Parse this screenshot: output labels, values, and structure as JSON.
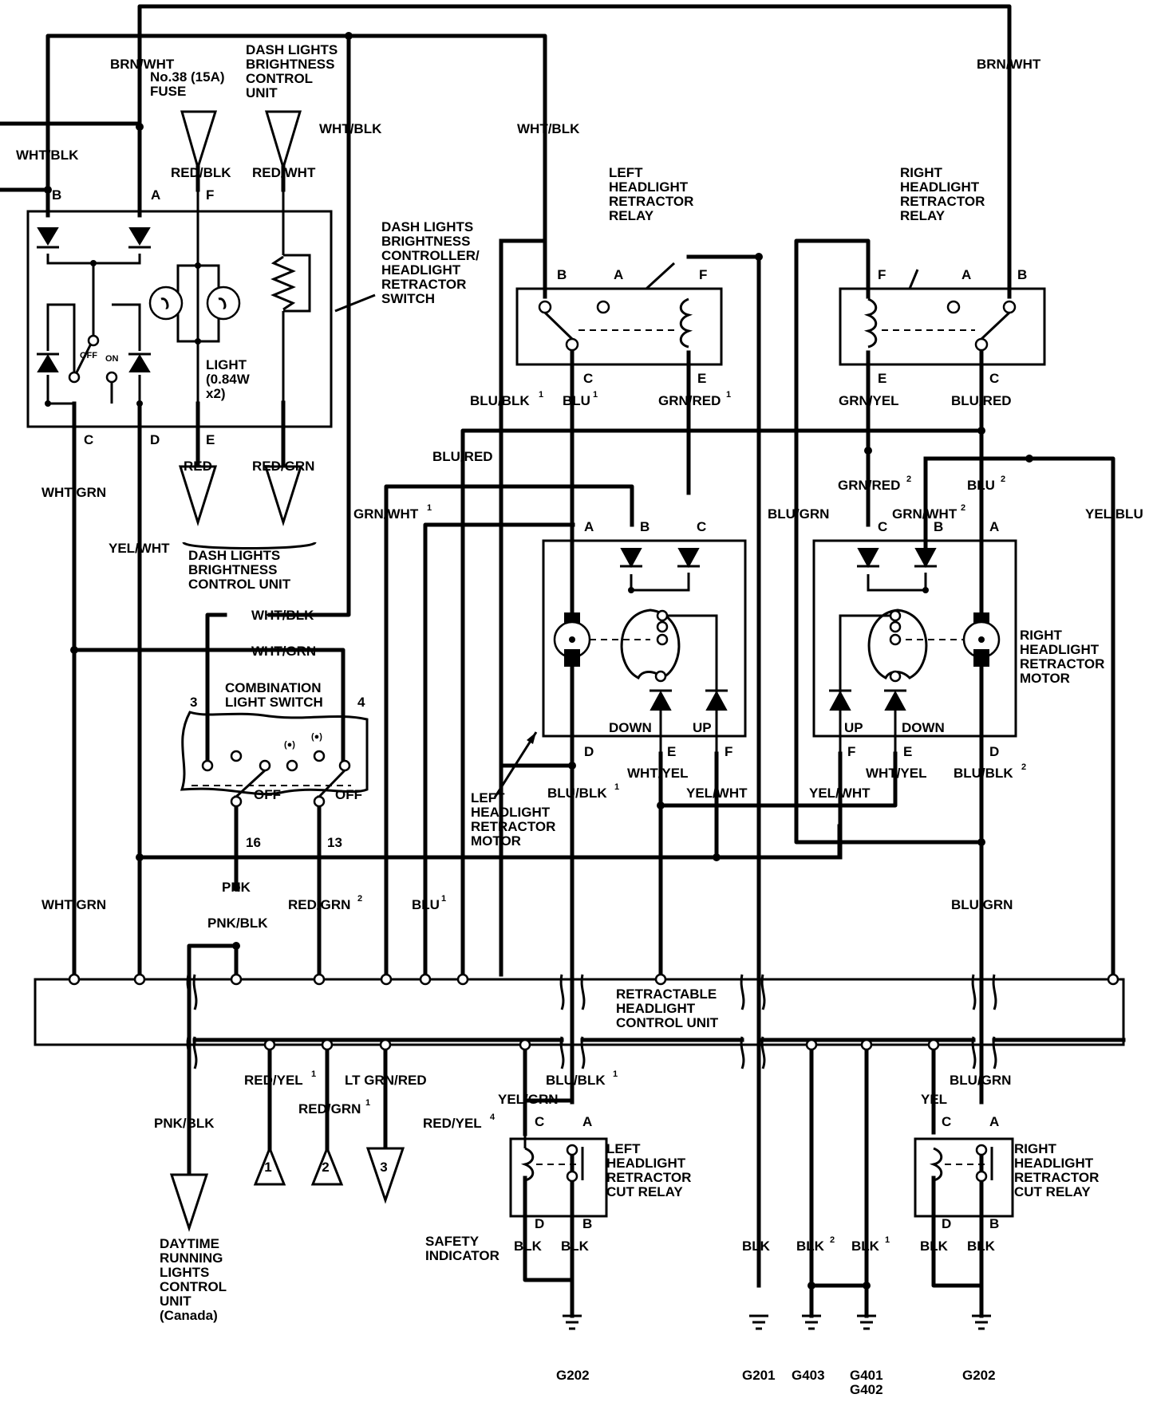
{
  "components": {
    "fuse": "No.38 (15A)\nFUSE",
    "dash_unit_top": "DASH LIGHTS\nBRIGHTNESS\nCONTROL\nUNIT",
    "dash_unit_bottom": "DASH LIGHTS\nBRIGHTNESS\nCONTROL UNIT",
    "switch": "DASH LIGHTS\nBRIGHTNESS\nCONTROLLER/\nHEADLIGHT\nRETRACTOR\nSWITCH",
    "light": "LIGHT\n(0.84W\nx2)",
    "left_relay": "LEFT\nHEADLIGHT\nRETRACTOR\nRELAY",
    "right_relay": "RIGHT\nHEADLIGHT\nRETRACTOR\nRELAY",
    "right_motor": "RIGHT\nHEADLIGHT\nRETRACTOR\nMOTOR",
    "left_motor": "LEFT\nHEADLIGHT\nRETRACTOR\nMOTOR",
    "combo_switch": "COMBINATION\nLIGHT SWITCH",
    "control_unit": "RETRACTABLE\nHEADLIGHT\nCONTROL UNIT",
    "left_cut_relay": "LEFT\nHEADLIGHT\nRETRACTOR\nCUT RELAY",
    "right_cut_relay": "RIGHT\nHEADLIGHT\nRETRACTOR\nCUT RELAY",
    "drl_unit": "DAYTIME\nRUNNING\nLIGHTS\nCONTROL\nUNIT\n(Canada)",
    "safety": "SAFETY\nINDICATOR"
  },
  "switch_states": {
    "off": "OFF",
    "on": "ON",
    "off1": "OFF",
    "off2": "OFF",
    "sym_a": "(●)",
    "sym_b": "(●)"
  },
  "motor_labels": {
    "down_l": "DOWN",
    "up_l": "UP",
    "up_r": "UP",
    "down_r": "DOWN"
  },
  "wires": {
    "brn_wht_l": "BRN/WHT",
    "brn_wht_r": "BRN/WHT",
    "wht_blk_left": "WHT/BLK",
    "wht_blk_mid": "WHT/BLK",
    "wht_blk_top": "WHT/BLK",
    "wht_blk_combo": "WHT/BLK",
    "red_blk": "RED/BLK",
    "red_wht": "RED/WHT",
    "red": "RED",
    "red_grn": "RED/GRN",
    "wht_grn_1": "WHT/GRN",
    "wht_grn_combo": "WHT/GRN",
    "wht_grn_2": "WHT/GRN",
    "yel_wht_1": "YEL/WHT",
    "blu_blk_1": "BLU/BLK",
    "blu_1": "BLU",
    "grn_red_1": "GRN/RED",
    "grn_yel": "GRN/YEL",
    "blu_red_1": "BLU/RED",
    "blu_red_2": "BLU/RED",
    "grn_wht_1": "GRN/WHT",
    "grn_red_2": "GRN/RED",
    "blu_2": "BLU",
    "grn_wht_2": "GRN/WHT",
    "blu_grn_1": "BLU/GRN",
    "yel_blu": "YEL/BLU",
    "blu_blk_2": "BLU/BLK",
    "wht_yel_l": "WHT/YEL",
    "yel_wht_l": "YEL/WHT",
    "yel_wht_r": "YEL/WHT",
    "wht_yel_r": "WHT/YEL",
    "blu_blk_3": "BLU/BLK",
    "pnk": "PNK",
    "pnk_blk": "PNK/BLK",
    "red_grn_2": "RED/GRN",
    "blu_3": "BLU",
    "blu_grn_2": "BLU/GRN",
    "red_yel_1": "RED/YEL",
    "red_grn_3": "RED/GRN",
    "lt_grn_red": "LT GRN/RED",
    "red_yel_4": "RED/YEL",
    "yel_grn": "YEL/GRN",
    "blu_blk_4": "BLU/BLK",
    "pnk_blk_2": "PNK/BLK",
    "yel": "YEL",
    "blu_grn_3": "BLU/GRN",
    "blk_1": "BLK",
    "blk_2": "BLK",
    "blk_3": "BLK",
    "blk_4": "BLK",
    "blk_5": "BLK",
    "blk_6": "BLK",
    "blk_7": "BLK"
  },
  "pins": {
    "sw_b": "B",
    "sw_a": "A",
    "sw_f": "F",
    "sw_c": "C",
    "sw_d": "D",
    "sw_e": "E",
    "lr_b": "B",
    "lr_a": "A",
    "lr_f": "F",
    "lr_c": "C",
    "lr_e": "E",
    "rr_f": "F",
    "rr_a": "A",
    "rr_b": "B",
    "rr_e": "E",
    "rr_c": "C",
    "lm_a": "A",
    "lm_b": "B",
    "lm_c": "C",
    "lm_d": "D",
    "lm_e": "E",
    "lm_f": "F",
    "rm_c": "C",
    "rm_b": "B",
    "rm_a": "A",
    "rm_f": "F",
    "rm_e": "E",
    "rm_d": "D",
    "cs_3": "3",
    "cs_4": "4",
    "cs_16": "16",
    "cs_13": "13",
    "lcr_c": "C",
    "lcr_a": "A",
    "lcr_d": "D",
    "lcr_b": "B",
    "rcr_c": "C",
    "rcr_a": "A",
    "rcr_d": "D",
    "rcr_b": "B"
  },
  "notes": {
    "n_blu_blk_1": "1",
    "n_blu_1": "1",
    "n_grn_red_1": "1",
    "n_grn_wht_1": "1",
    "n_grn_red_2": "2",
    "n_blu_2": "2",
    "n_grn_wht_2": "2",
    "n_blu_blk_2": "1",
    "n_blu_blk_3": "2",
    "n_red_grn_2": "2",
    "n_blu_3": "1",
    "n_red_yel_1": "1",
    "n_red_grn_3": "1",
    "n_red_yel_4": "4",
    "n_blu_blk_4": "1",
    "n_blk_g403": "2",
    "n_blk_g401": "1"
  },
  "connectors": {
    "t1": "1",
    "t2": "2",
    "t3": "3"
  },
  "grounds": {
    "g202_l": "G202",
    "g201": "G201",
    "g403": "G403",
    "g401": "G401\nG402",
    "g202_r": "G202"
  }
}
